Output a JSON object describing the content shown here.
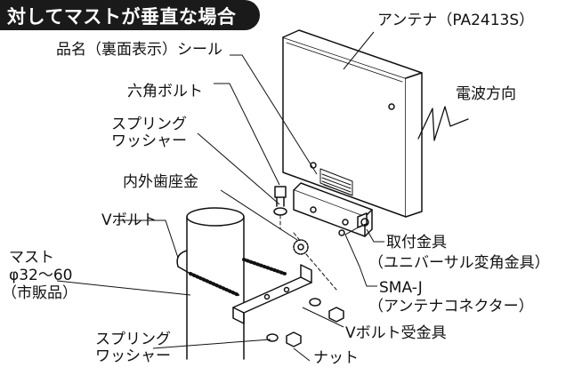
{
  "title": "対してマストが垂直な場合",
  "labels": {
    "antenna": "アンテナ（PA2413S）",
    "seal": "品名（裏面表示）シール",
    "wave": "電波方向",
    "hex_bolt": "六角ボルト",
    "spring_washer_top_1": "スプリング",
    "spring_washer_top_2": "ワッシャー",
    "tooth_washer": "内外歯座金",
    "v_bolt": "Vボルト",
    "mast_1": "マスト",
    "mast_2": "φ32～60",
    "mast_3": "（市販品）",
    "bracket_1": "取付金具",
    "bracket_2": "（ユニバーサル変角金具）",
    "sma_1": "SMA-J",
    "sma_2": "（アンテナコネクター）",
    "vbolt_bracket": "Vボルト受金具",
    "spring_washer_bottom_1": "スプリング",
    "spring_washer_bottom_2": "ワッシャー",
    "nut": "ナット"
  }
}
